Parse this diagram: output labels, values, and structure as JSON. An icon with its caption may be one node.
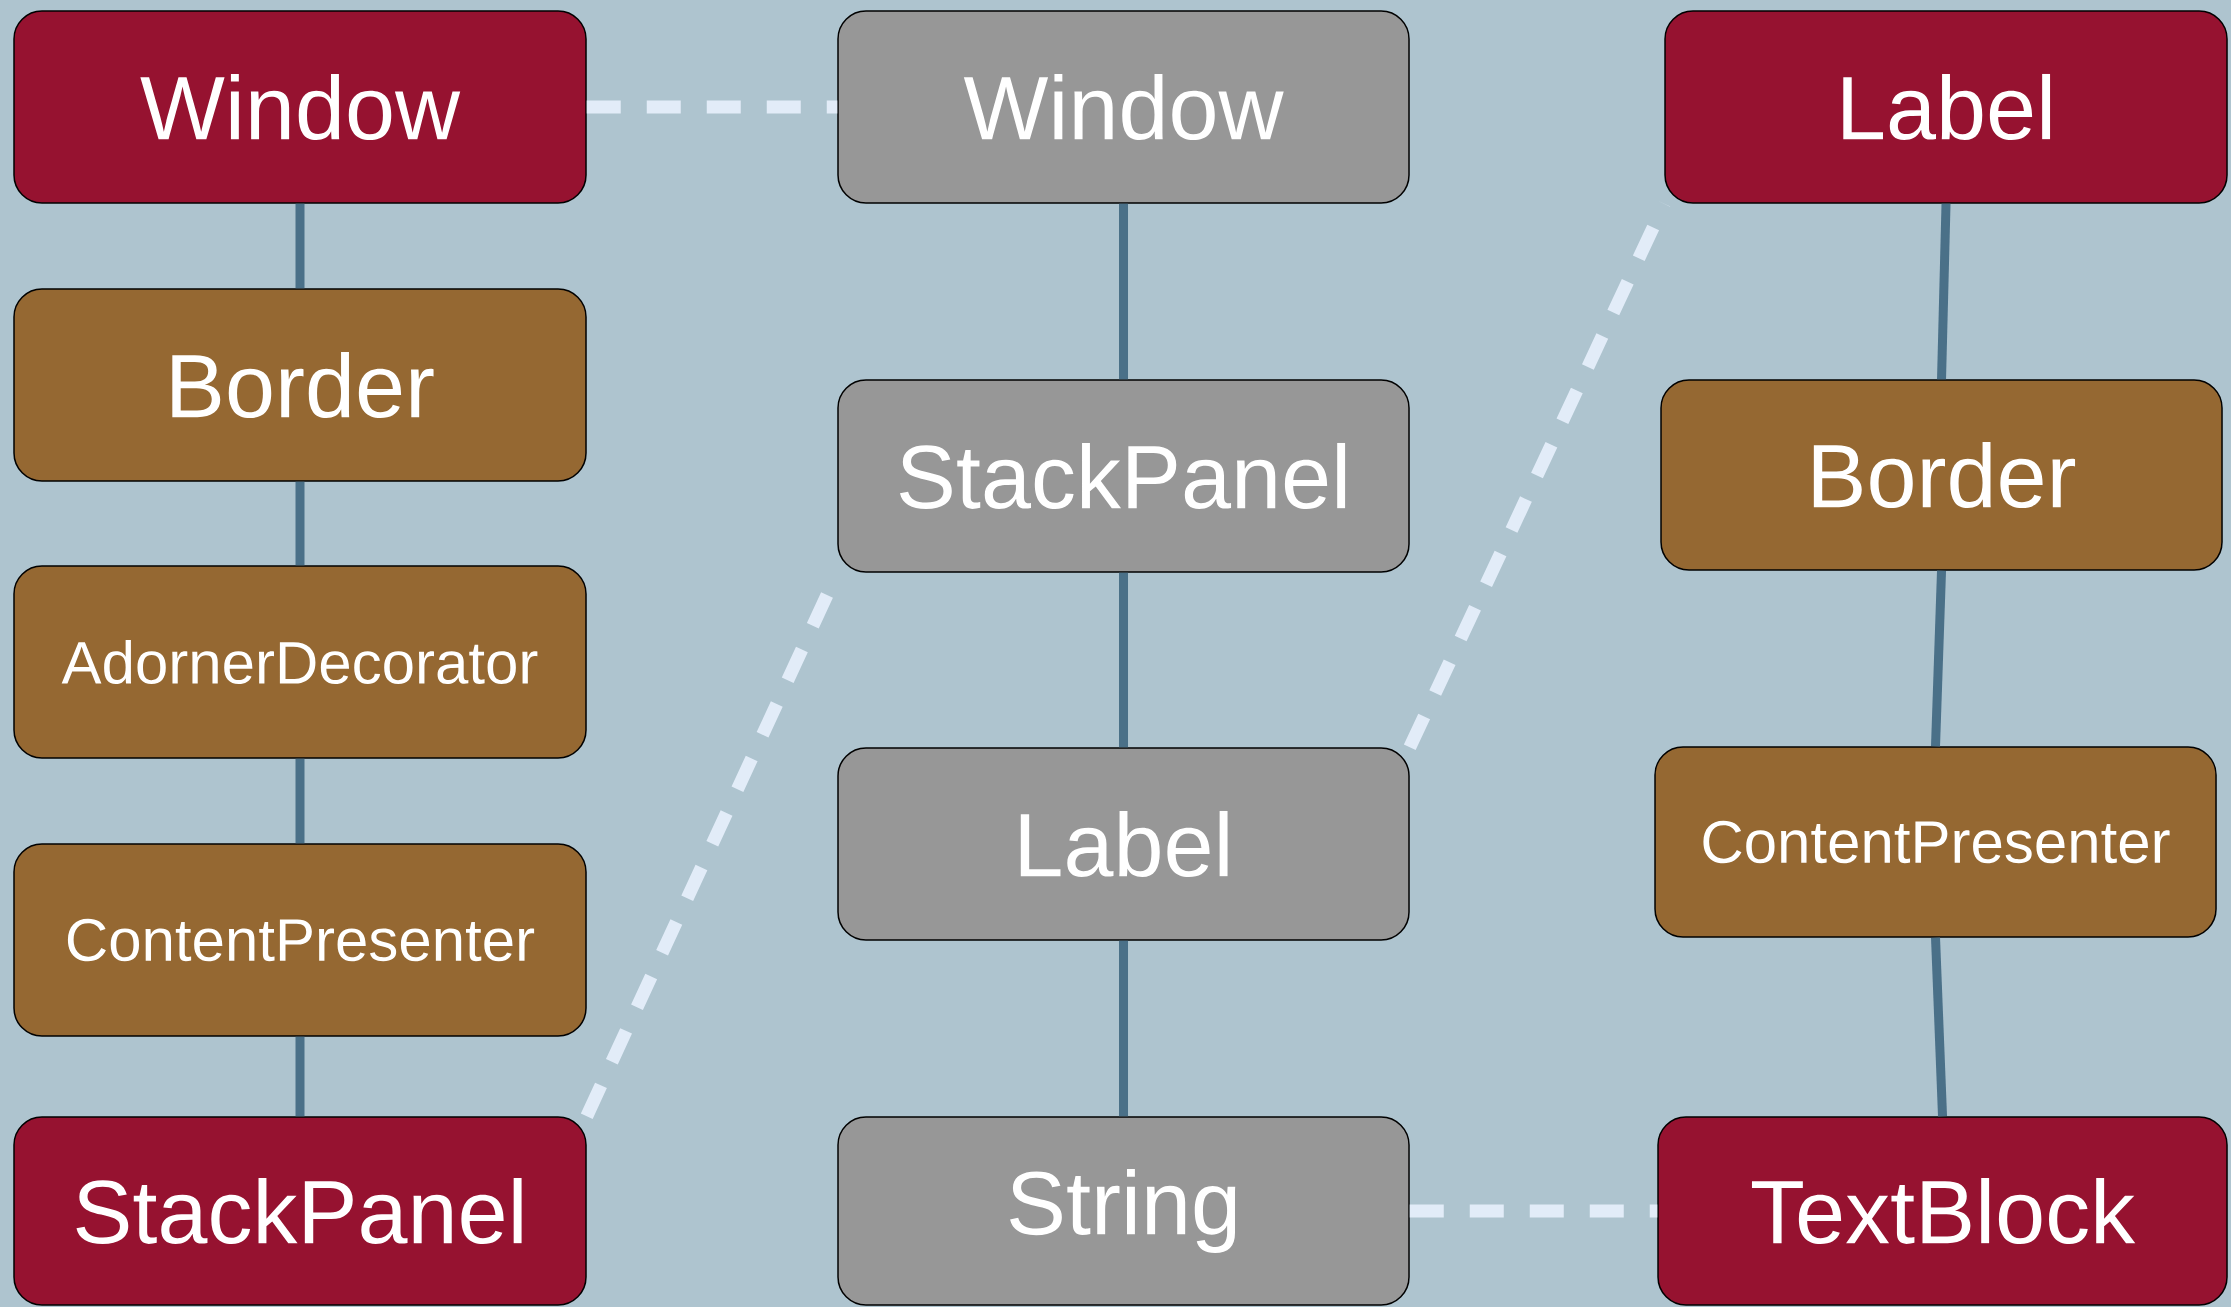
{
  "diagram": {
    "nodes": [
      {
        "text": [
          "Window"
        ]
      },
      {
        "text": [
          "Border"
        ]
      },
      {
        "text": [
          "AdornerDecorator"
        ]
      },
      {
        "text": [
          "ContentPresenter"
        ]
      },
      {
        "text": [
          "StackPanel"
        ]
      },
      {
        "text": [
          "Window"
        ]
      },
      {
        "text": [
          "StackPanel"
        ]
      },
      {
        "text": [
          "Label"
        ]
      },
      {
        "text": [
          "String"
        ]
      },
      {
        "text": [
          "Label"
        ]
      },
      {
        "text": [
          "Border"
        ]
      },
      {
        "text": [
          "ContentPresenter"
        ]
      },
      {
        "text": [
          "TextBlock"
        ]
      }
    ],
    "edges": [
      {
        "from": 0,
        "to": 1,
        "arrow": "none"
      },
      {
        "from": 1,
        "to": 2,
        "arrow": "none"
      },
      {
        "from": 2,
        "to": 3,
        "arrow": "none"
      },
      {
        "from": 3,
        "to": 4,
        "arrow": "none"
      },
      {
        "from": 5,
        "to": 6,
        "arrow": "none"
      },
      {
        "from": 6,
        "to": 7,
        "arrow": "none"
      },
      {
        "from": 7,
        "to": 8,
        "arrow": "none"
      },
      {
        "from": 9,
        "to": 10,
        "arrow": "none"
      },
      {
        "from": 10,
        "to": 11,
        "arrow": "none"
      },
      {
        "from": 11,
        "to": 12,
        "arrow": "none"
      },
      {
        "from": 0,
        "to": 5,
        "arrow": "none",
        "style": "dashed",
        "color": "#e2ecf8"
      },
      {
        "from": 4,
        "to": 6,
        "arrow": "none",
        "style": "dashed",
        "color": "#e2ecf8"
      },
      {
        "from": 7,
        "to": 9,
        "arrow": "none",
        "style": "dashed",
        "color": "#e2ecf8"
      },
      {
        "from": 8,
        "to": 12,
        "arrow": "none",
        "style": "dashed",
        "color": "#e2ecf8"
      }
    ]
  }
}
